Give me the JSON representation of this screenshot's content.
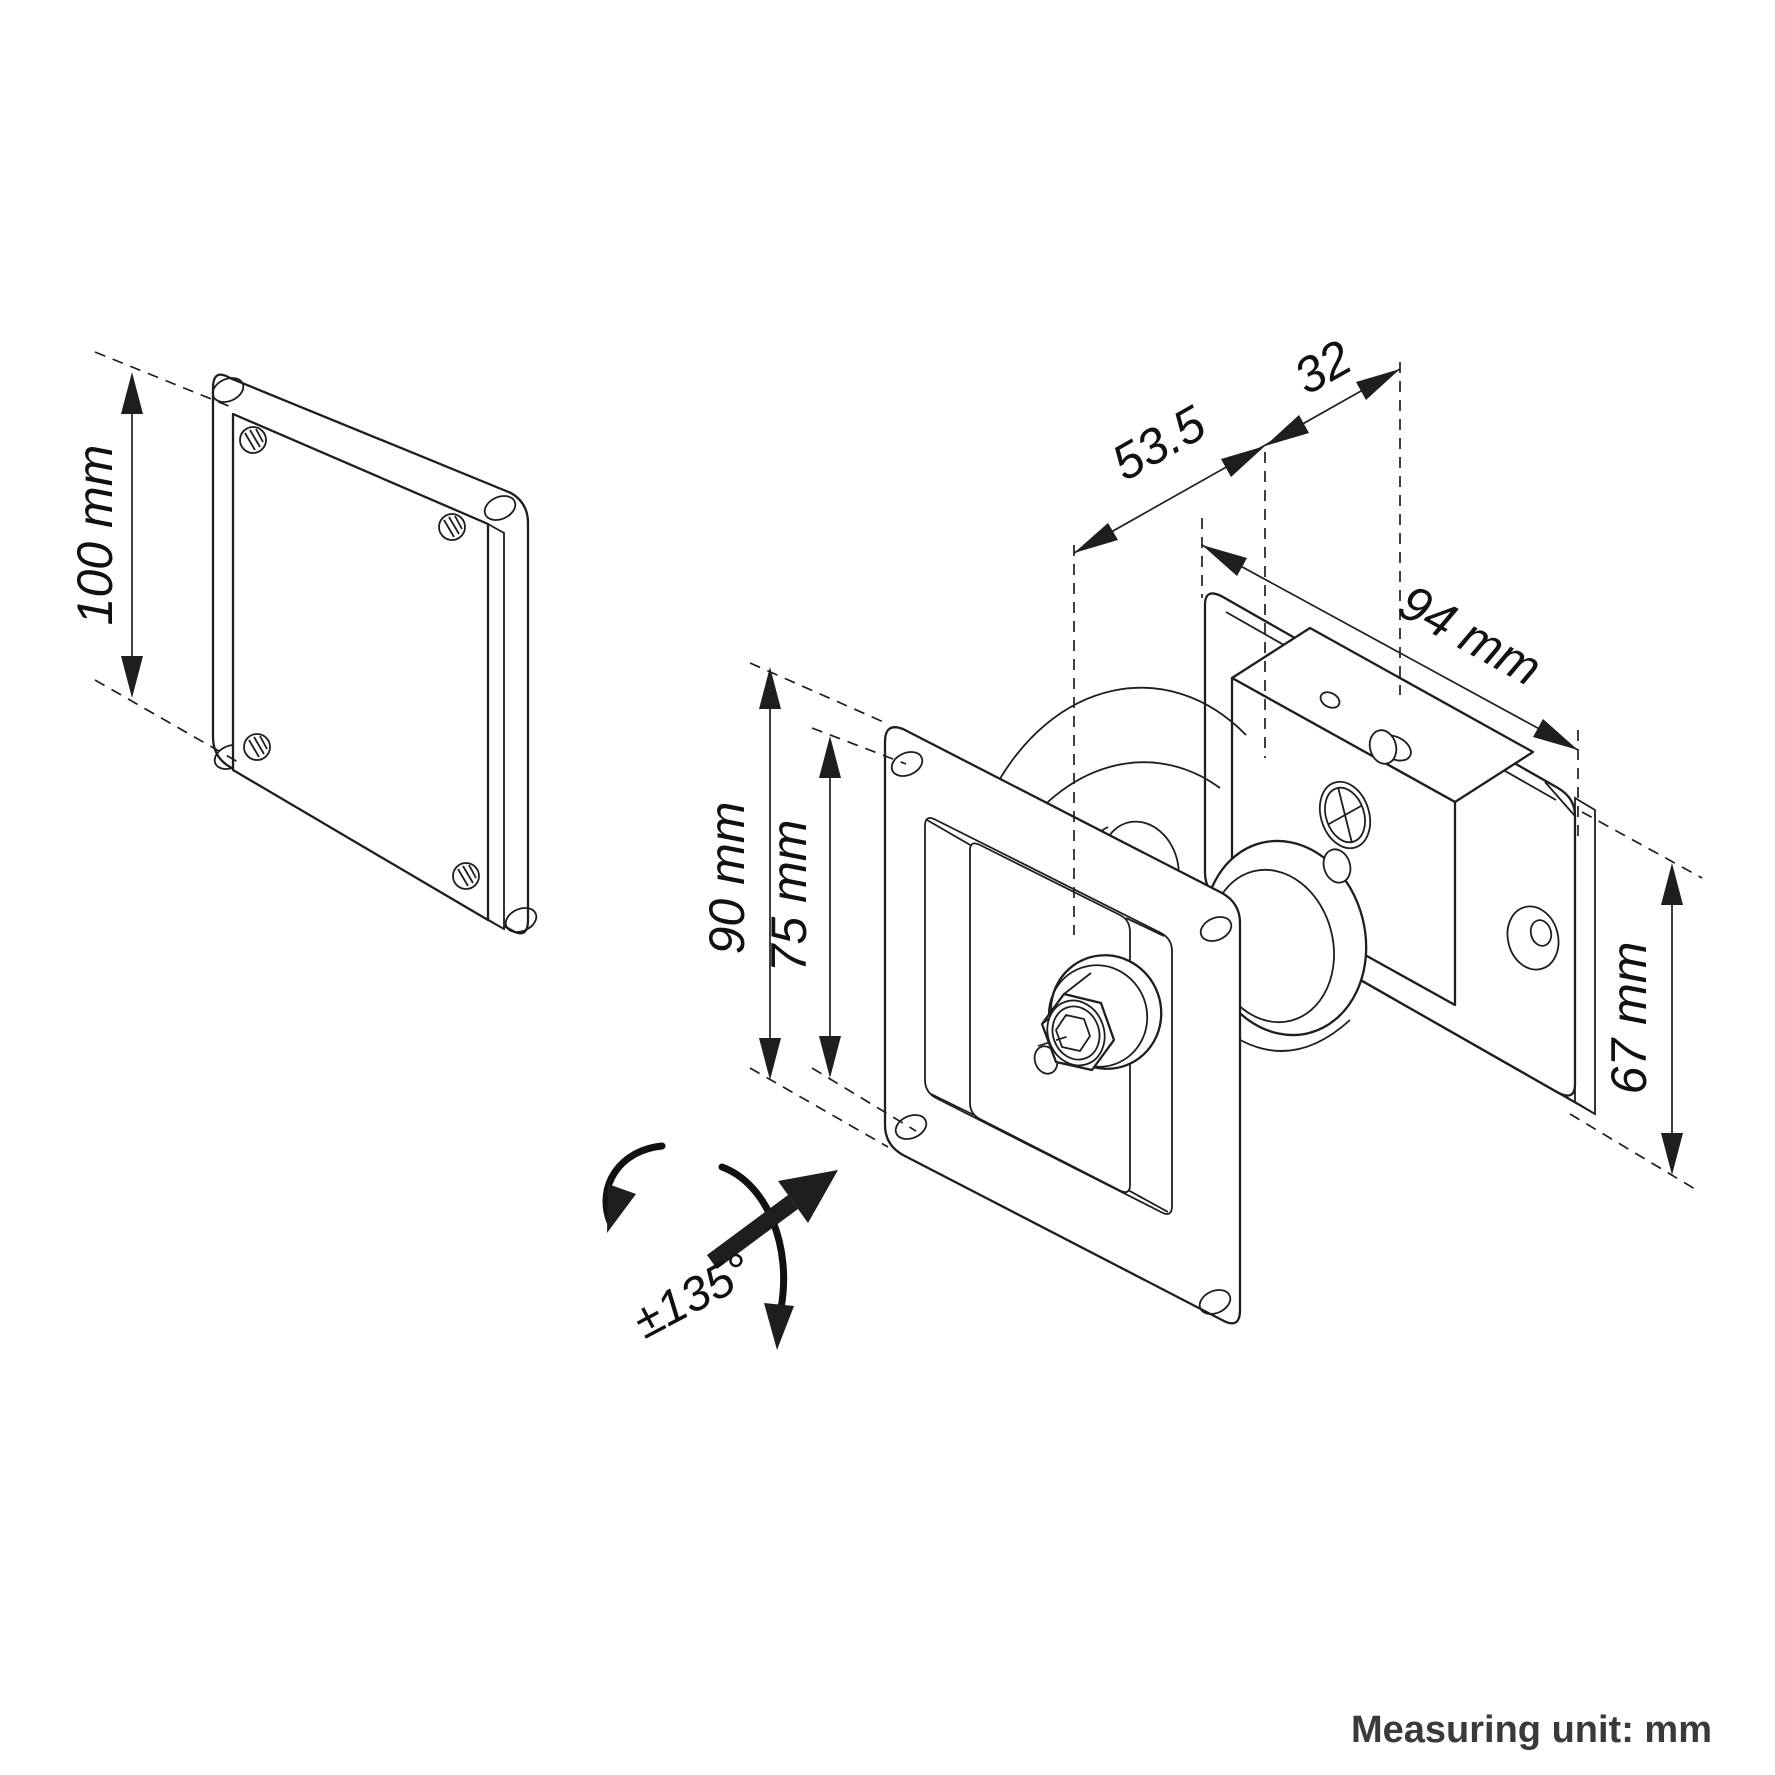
{
  "drawing": {
    "type": "technical-dimension-diagram",
    "subject": "VESA monitor mount with wall plate, swivel joint, VESA 75 front plate and VESA 100 adapter plate",
    "measuring_note": "Measuring unit: mm",
    "dimensions": {
      "adapter_plate_hole_spacing": "100 mm",
      "front_plate_height": "90 mm",
      "front_plate_hole_spacing": "75 mm",
      "depth_front_segment": "53.5",
      "depth_back_segment": "32",
      "wall_plate_width": "94 mm",
      "wall_plate_height": "67 mm",
      "swivel_range": "±135°"
    },
    "colors": {
      "background": "#ffffff",
      "line": "#1e1e1e",
      "note_text": "#3a3a3a"
    }
  }
}
